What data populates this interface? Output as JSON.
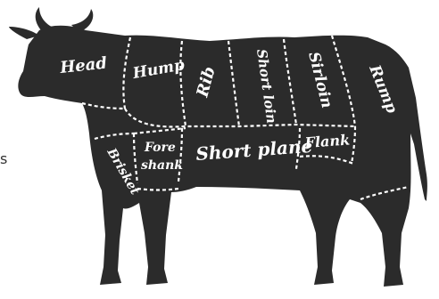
{
  "diagram": {
    "edge_fragment": "s",
    "colors": {
      "body": "#2b2b2b",
      "lines": "#ffffff",
      "labels": "#ffffff"
    },
    "cuts": [
      {
        "id": "head",
        "label": "Head"
      },
      {
        "id": "hump",
        "label": "Hump"
      },
      {
        "id": "rib",
        "label": "Rib"
      },
      {
        "id": "short-loin",
        "label": "Short loin"
      },
      {
        "id": "sirloin",
        "label": "Sirloin"
      },
      {
        "id": "rump",
        "label": "Rump"
      },
      {
        "id": "brisket",
        "label": "Brisket"
      },
      {
        "id": "fore-shank-line1",
        "label": "Fore"
      },
      {
        "id": "fore-shank-line2",
        "label": "shank"
      },
      {
        "id": "short-plane",
        "label": "Short plane"
      },
      {
        "id": "flank",
        "label": "Flank"
      }
    ]
  }
}
